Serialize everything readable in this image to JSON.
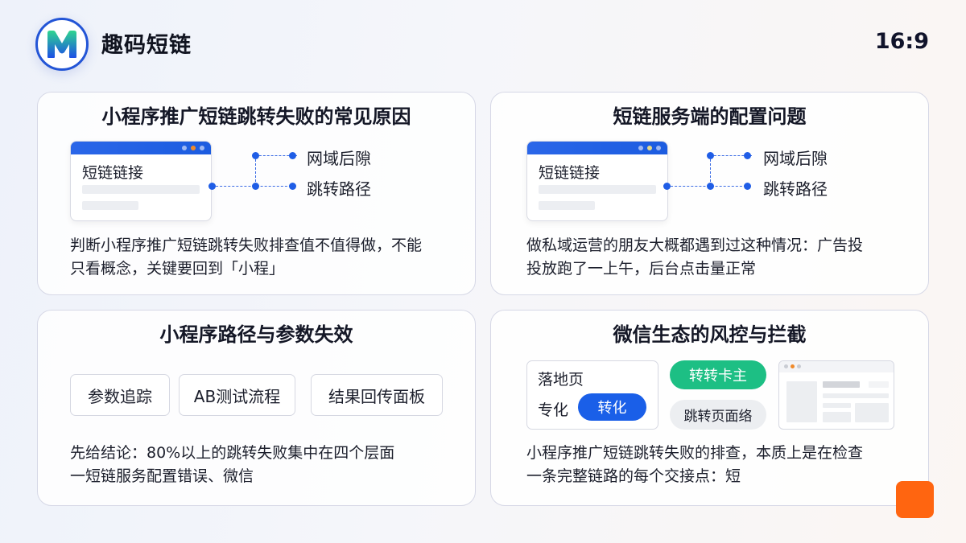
{
  "header": {
    "logo_letter": "M",
    "brand": "趣码短链",
    "aspect_ratio": "16:9"
  },
  "cards": [
    {
      "title": "小程序推广短链跳转失败的常见原因",
      "mock_window_label": "短链链接",
      "branches": [
        "网域后隙",
        "跳转路径"
      ],
      "description": "判断小程序推广短链跳转失败排查值不值得做，不能只看概念，关键要回到「小程」"
    },
    {
      "title": "短链服务端的配置问题",
      "mock_window_label": "短链链接",
      "branches": [
        "网域后隙",
        "跳转路径"
      ],
      "description": "做私域运营的朋友大概都遇到过这种情况：广告投投放跑了一上午，后台点击量正常"
    },
    {
      "title": "小程序路径与参数失效",
      "chips": [
        "参数追踪",
        "AB测试流程",
        "结果回传面板"
      ],
      "description_lines": [
        "先给结论：80%以上的跳转失败集中在四个层面",
        "一短链服务配置错误、微信"
      ]
    },
    {
      "title": "微信生态的风控与拦截",
      "landing_box": {
        "title": "落地页",
        "label": "专化",
        "button": "转化"
      },
      "pill_green": "转转卡主",
      "pill_gray": "跳转页面络",
      "description_lines": [
        "小程序推广短链跳转失败的排查，本质上是在检查",
        "一条完整链路的每个交接点：短"
      ]
    }
  ],
  "card1_desc_lines": [
    "判断小程序推广短链跳转失败排查值不值得做，不能",
    "只看概念，关键要回到「小程」"
  ],
  "card2_desc_lines": [
    "做私域运营的朋友大概都遇到过这种情况：广告投",
    "投放跑了一上午，后台点击量正常"
  ],
  "colors": {
    "accent_blue": "#1f5de6",
    "accent_green": "#1dbf84",
    "accent_orange": "#ff6510",
    "logo_ring": "#2355d6"
  }
}
